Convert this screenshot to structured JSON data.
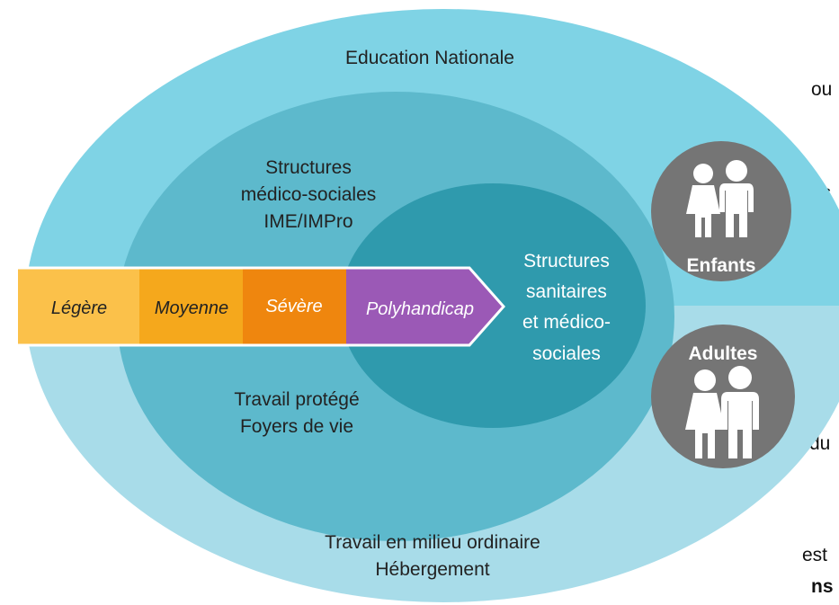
{
  "left_text_fragments": [
    "ou",
    "es",
    "du",
    "est",
    "ns"
  ],
  "zones": {
    "education_nationale": "Education Nationale",
    "medico_sociales": [
      "Structures",
      "médico-sociales",
      "IME/IMPro"
    ],
    "sanitaires": [
      "Structures",
      "sanitaires",
      "et médico-",
      "sociales"
    ],
    "travail_protege": [
      "Travail protégé",
      "Foyers de vie"
    ],
    "milieu_ordinaire": [
      "Travail en milieu ordinaire",
      "Hébergement"
    ]
  },
  "severity_arrow": {
    "segments": [
      {
        "label": "Légère",
        "color": "#FBC14A"
      },
      {
        "label": "Moyenne",
        "color": "#F5A81C"
      },
      {
        "label": "Sévère",
        "color": "#EF860E"
      },
      {
        "label": "Polyhandicap",
        "color": "#9B59B6"
      }
    ]
  },
  "badges": {
    "enfants": "Enfants",
    "adultes": "Adultes"
  },
  "colors": {
    "outer_top": "#7FD3E5",
    "outer_bottom": "#A8DCE9",
    "middle": "#5DB9CC",
    "inner": "#2F9AAD",
    "badge": "#757575"
  }
}
